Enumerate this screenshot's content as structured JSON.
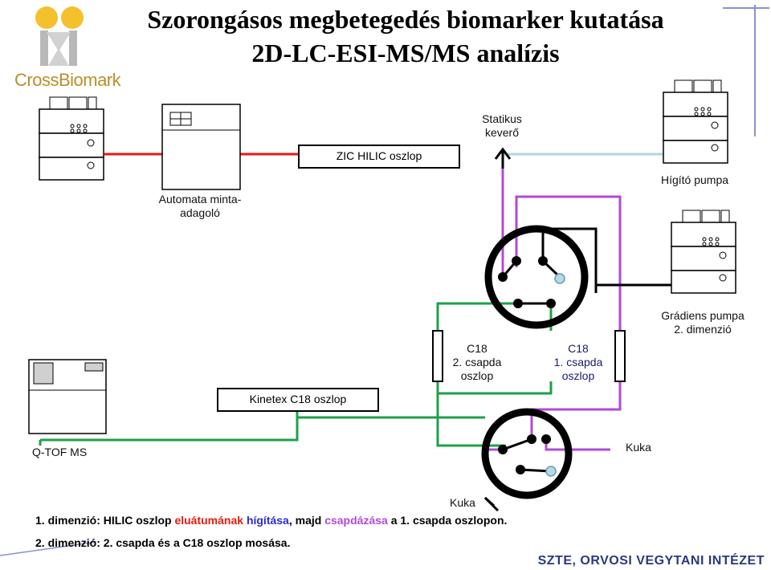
{
  "title": {
    "line1": "Szorongásos megbetegedés biomarker kutatása",
    "line2": "2D-LC-ESI-MS/MS analízis"
  },
  "logo": {
    "text": "CrossBiomark"
  },
  "labels": {
    "autosampler": "Automata minta-\nadagoló",
    "hilic_column": "ZIC HILIC oszlop",
    "static_mixer": "Statikus\nkeverő",
    "dilution_pump": "Hígító pumpa",
    "gradient_pump": "Grádiens pumpa\n2. dimenzió",
    "c18_trap2": "C18\n2. csapda\noszlop",
    "c18_trap1": "C18\n1. csapda\noszlop",
    "kinetex": "Kinetex C18 oszlop",
    "qtof": "Q-TOF MS",
    "waste_right": "Kuka",
    "waste_bottom": "Kuka"
  },
  "notes": {
    "line1_prefix": "1. dimenzió: HILIC oszlop ",
    "line1_red": "eluátumának",
    "line1_blue": "hígítása",
    "line1_mid": ", majd ",
    "line1_purple": "csapdázása",
    "line1_suffix": " a 1. csapda oszlopon.",
    "line2": "2. dimenzió: 2. csapda és a C18 oszlop mosása."
  },
  "footer": "SZTE, ORVOSI VEGYTANI INTÉZET",
  "colors": {
    "hilic_line": "#e8190f",
    "dilution_line": "#a8d8e6",
    "trap_line": "#b24ad6",
    "second_dim_line": "#1ea04a",
    "logo_gold": "#f5c02e",
    "logo_text": "#b8902a",
    "accent_border": "#8a8fd6"
  }
}
